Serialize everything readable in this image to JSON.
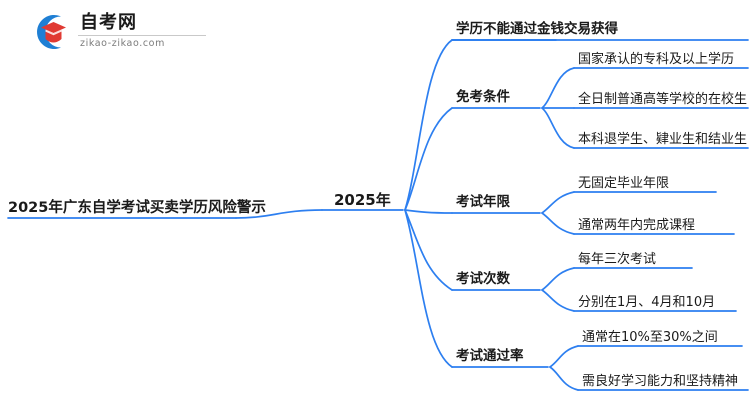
{
  "logo": {
    "title": "自考网",
    "subtitle": "zikao-zikao.com",
    "mark_name": "zikao-graduation-cap-logo",
    "arc_color": "#1f7fd4",
    "cap_color": "#e03a33"
  },
  "theme": {
    "line_color": "#2d7ff0",
    "text_color": "#1a1a1a",
    "background": "#ffffff"
  },
  "mindmap": {
    "type": "mindmap",
    "root": {
      "label": "2025年广东自学考试买卖学历风险警示",
      "children": [
        {
          "label": "2025年",
          "children": [
            {
              "label": "学历不能通过金钱交易获得",
              "children": []
            },
            {
              "label": "免考条件",
              "children": [
                {
                  "label": "国家承认的专科及以上学历"
                },
                {
                  "label": "全日制普通高等学校的在校生"
                },
                {
                  "label": "本科退学生、肄业生和结业生"
                }
              ]
            },
            {
              "label": "考试年限",
              "children": [
                {
                  "label": "无固定毕业年限"
                },
                {
                  "label": "通常两年内完成课程"
                }
              ]
            },
            {
              "label": "考试次数",
              "children": [
                {
                  "label": "每年三次考试"
                },
                {
                  "label": "分别在1月、4月和10月"
                }
              ]
            },
            {
              "label": "考试通过率",
              "children": [
                {
                  "label": "通常在10%至30%之间"
                },
                {
                  "label": "需良好学习能力和坚持精神"
                }
              ]
            }
          ]
        }
      ]
    }
  }
}
